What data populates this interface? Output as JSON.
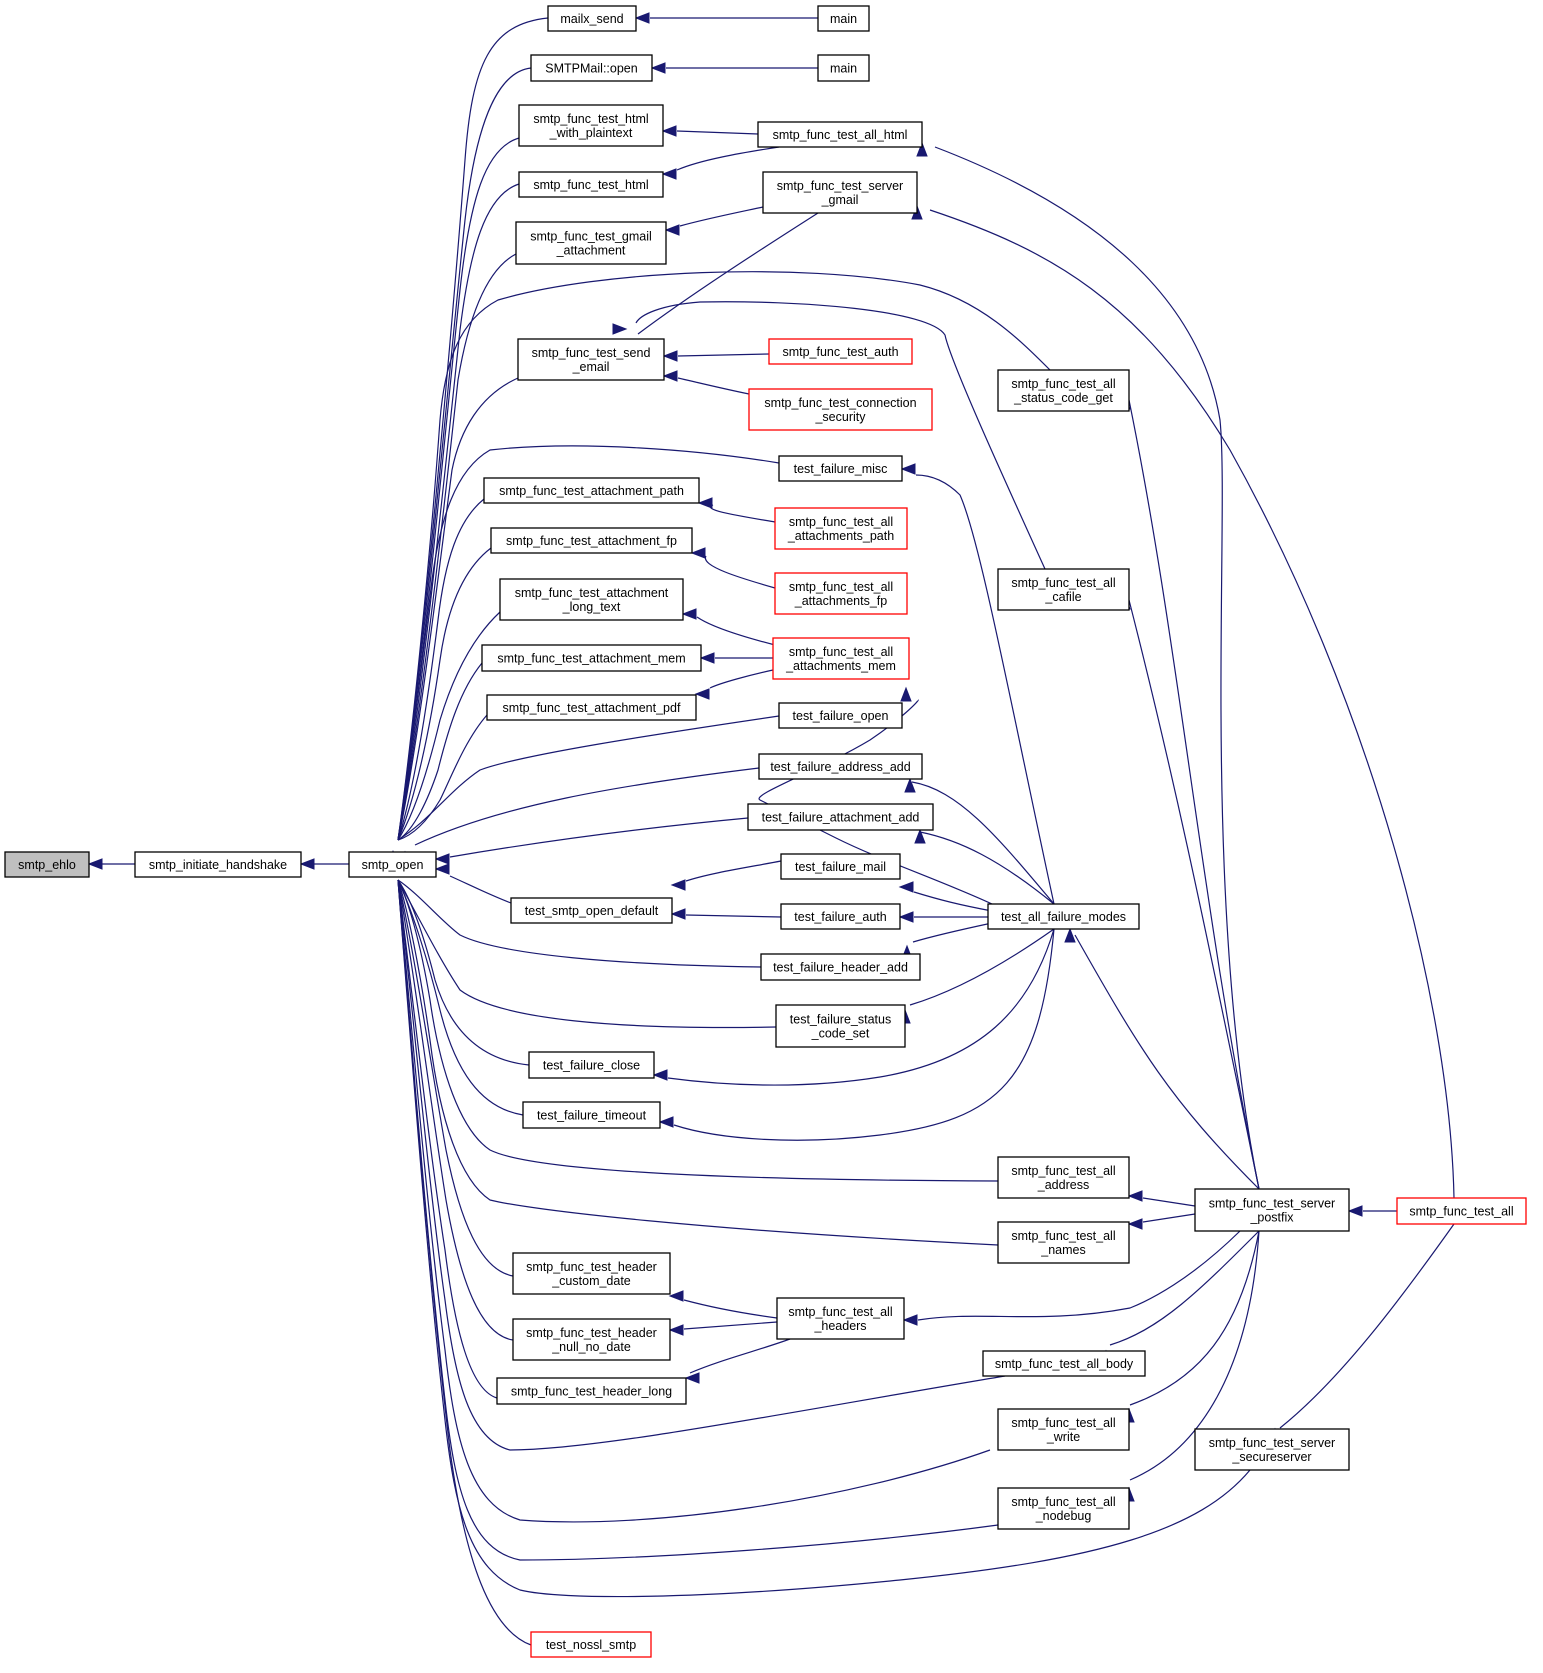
{
  "diagram": {
    "title": "",
    "colors": {
      "edge": "#191970",
      "node_border": "#000000",
      "truncated_border": "#ff0000",
      "focus_fill": "#bfbfbf",
      "node_fill": "#ffffff"
    },
    "nodes": [
      {
        "id": "smtp_ehlo",
        "lines": [
          "smtp_ehlo"
        ],
        "style": "focus"
      },
      {
        "id": "smtp_initiate_handshake",
        "lines": [
          "smtp_initiate_handshake"
        ],
        "style": "normal"
      },
      {
        "id": "smtp_open",
        "lines": [
          "smtp_open"
        ],
        "style": "normal"
      },
      {
        "id": "mailx_send",
        "lines": [
          "mailx_send"
        ],
        "style": "normal"
      },
      {
        "id": "main1",
        "lines": [
          "main"
        ],
        "style": "normal"
      },
      {
        "id": "smtpmail_open",
        "lines": [
          "SMTPMail::open"
        ],
        "style": "normal"
      },
      {
        "id": "main2",
        "lines": [
          "main"
        ],
        "style": "normal"
      },
      {
        "id": "html_plain",
        "lines": [
          "smtp_func_test_html",
          "_with_plaintext"
        ],
        "style": "normal"
      },
      {
        "id": "all_html",
        "lines": [
          "smtp_func_test_all_html"
        ],
        "style": "normal"
      },
      {
        "id": "test_html",
        "lines": [
          "smtp_func_test_html"
        ],
        "style": "normal"
      },
      {
        "id": "server_gmail",
        "lines": [
          "smtp_func_test_server",
          "_gmail"
        ],
        "style": "normal"
      },
      {
        "id": "gmail_attach",
        "lines": [
          "smtp_func_test_gmail",
          "_attachment"
        ],
        "style": "normal"
      },
      {
        "id": "send_email",
        "lines": [
          "smtp_func_test_send",
          "_email"
        ],
        "style": "normal"
      },
      {
        "id": "test_auth",
        "lines": [
          "smtp_func_test_auth"
        ],
        "style": "truncated"
      },
      {
        "id": "conn_sec",
        "lines": [
          "smtp_func_test_connection",
          "_security"
        ],
        "style": "truncated"
      },
      {
        "id": "status_get",
        "lines": [
          "smtp_func_test_all",
          "_status_code_get"
        ],
        "style": "normal"
      },
      {
        "id": "fail_misc",
        "lines": [
          "test_failure_misc"
        ],
        "style": "normal"
      },
      {
        "id": "attach_path",
        "lines": [
          "smtp_func_test_attachment_path"
        ],
        "style": "normal"
      },
      {
        "id": "all_attach_path",
        "lines": [
          "smtp_func_test_all",
          "_attachments_path"
        ],
        "style": "truncated"
      },
      {
        "id": "attach_fp",
        "lines": [
          "smtp_func_test_attachment_fp"
        ],
        "style": "normal"
      },
      {
        "id": "all_attach_fp",
        "lines": [
          "smtp_func_test_all",
          "_attachments_fp"
        ],
        "style": "truncated"
      },
      {
        "id": "cafile",
        "lines": [
          "smtp_func_test_all",
          "_cafile"
        ],
        "style": "normal"
      },
      {
        "id": "attach_long",
        "lines": [
          "smtp_func_test_attachment",
          "_long_text"
        ],
        "style": "normal"
      },
      {
        "id": "attach_mem",
        "lines": [
          "smtp_func_test_attachment_mem"
        ],
        "style": "normal"
      },
      {
        "id": "all_attach_mem",
        "lines": [
          "smtp_func_test_all",
          "_attachments_mem"
        ],
        "style": "truncated"
      },
      {
        "id": "attach_pdf",
        "lines": [
          "smtp_func_test_attachment_pdf"
        ],
        "style": "normal"
      },
      {
        "id": "fail_open",
        "lines": [
          "test_failure_open"
        ],
        "style": "normal"
      },
      {
        "id": "fail_addr",
        "lines": [
          "test_failure_address_add"
        ],
        "style": "normal"
      },
      {
        "id": "fail_attach",
        "lines": [
          "test_failure_attachment_add"
        ],
        "style": "normal"
      },
      {
        "id": "fail_mail",
        "lines": [
          "test_failure_mail"
        ],
        "style": "normal"
      },
      {
        "id": "open_default",
        "lines": [
          "test_smtp_open_default"
        ],
        "style": "normal"
      },
      {
        "id": "fail_auth",
        "lines": [
          "test_failure_auth"
        ],
        "style": "normal"
      },
      {
        "id": "all_failure",
        "lines": [
          "test_all_failure_modes"
        ],
        "style": "normal"
      },
      {
        "id": "fail_header",
        "lines": [
          "test_failure_header_add"
        ],
        "style": "normal"
      },
      {
        "id": "fail_status",
        "lines": [
          "test_failure_status",
          "_code_set"
        ],
        "style": "normal"
      },
      {
        "id": "fail_close",
        "lines": [
          "test_failure_close"
        ],
        "style": "normal"
      },
      {
        "id": "fail_timeout",
        "lines": [
          "test_failure_timeout"
        ],
        "style": "normal"
      },
      {
        "id": "all_address",
        "lines": [
          "smtp_func_test_all",
          "_address"
        ],
        "style": "normal"
      },
      {
        "id": "server_postfix",
        "lines": [
          "smtp_func_test_server",
          "_postfix"
        ],
        "style": "normal"
      },
      {
        "id": "test_all",
        "lines": [
          "smtp_func_test_all"
        ],
        "style": "truncated"
      },
      {
        "id": "all_names",
        "lines": [
          "smtp_func_test_all",
          "_names"
        ],
        "style": "normal"
      },
      {
        "id": "hdr_custom",
        "lines": [
          "smtp_func_test_header",
          "_custom_date"
        ],
        "style": "normal"
      },
      {
        "id": "all_headers",
        "lines": [
          "smtp_func_test_all",
          "_headers"
        ],
        "style": "normal"
      },
      {
        "id": "hdr_null",
        "lines": [
          "smtp_func_test_header",
          "_null_no_date"
        ],
        "style": "normal"
      },
      {
        "id": "all_body",
        "lines": [
          "smtp_func_test_all_body"
        ],
        "style": "normal"
      },
      {
        "id": "hdr_long",
        "lines": [
          "smtp_func_test_header_long"
        ],
        "style": "normal"
      },
      {
        "id": "all_write",
        "lines": [
          "smtp_func_test_all",
          "_write"
        ],
        "style": "normal"
      },
      {
        "id": "server_secure",
        "lines": [
          "smtp_func_test_server",
          "_secureserver"
        ],
        "style": "normal"
      },
      {
        "id": "all_nodebug",
        "lines": [
          "smtp_func_test_all",
          "_nodebug"
        ],
        "style": "normal"
      },
      {
        "id": "nossl",
        "lines": [
          "test_nossl_smtp"
        ],
        "style": "truncated"
      }
    ]
  }
}
